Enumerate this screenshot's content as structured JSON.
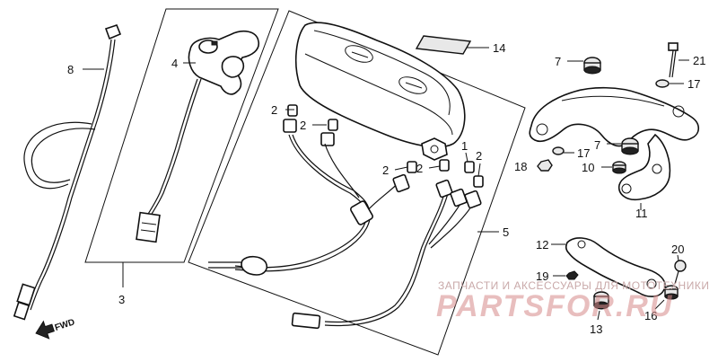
{
  "diagram": {
    "labels": {
      "p1": "1",
      "p2a": "2",
      "p2b": "2",
      "p2c": "2",
      "p2d": "2",
      "p3": "3",
      "p4": "4",
      "p5": "5",
      "p7a": "7",
      "p7b": "7",
      "p8": "8",
      "p10": "10",
      "p11": "11",
      "p12": "12",
      "p13": "13",
      "p14": "14",
      "p16": "16",
      "p17a": "17",
      "p17b": "17",
      "p18": "18",
      "p19": "19",
      "p20": "20",
      "p21": "21"
    },
    "fwd_label": "FWD",
    "watermark": {
      "line1": "ЗАПЧАСТИ И АКСЕССУАРЫ ДЛЯ МОТОТЕХНИКИ",
      "line2": "PARTSFOR.RU"
    }
  }
}
